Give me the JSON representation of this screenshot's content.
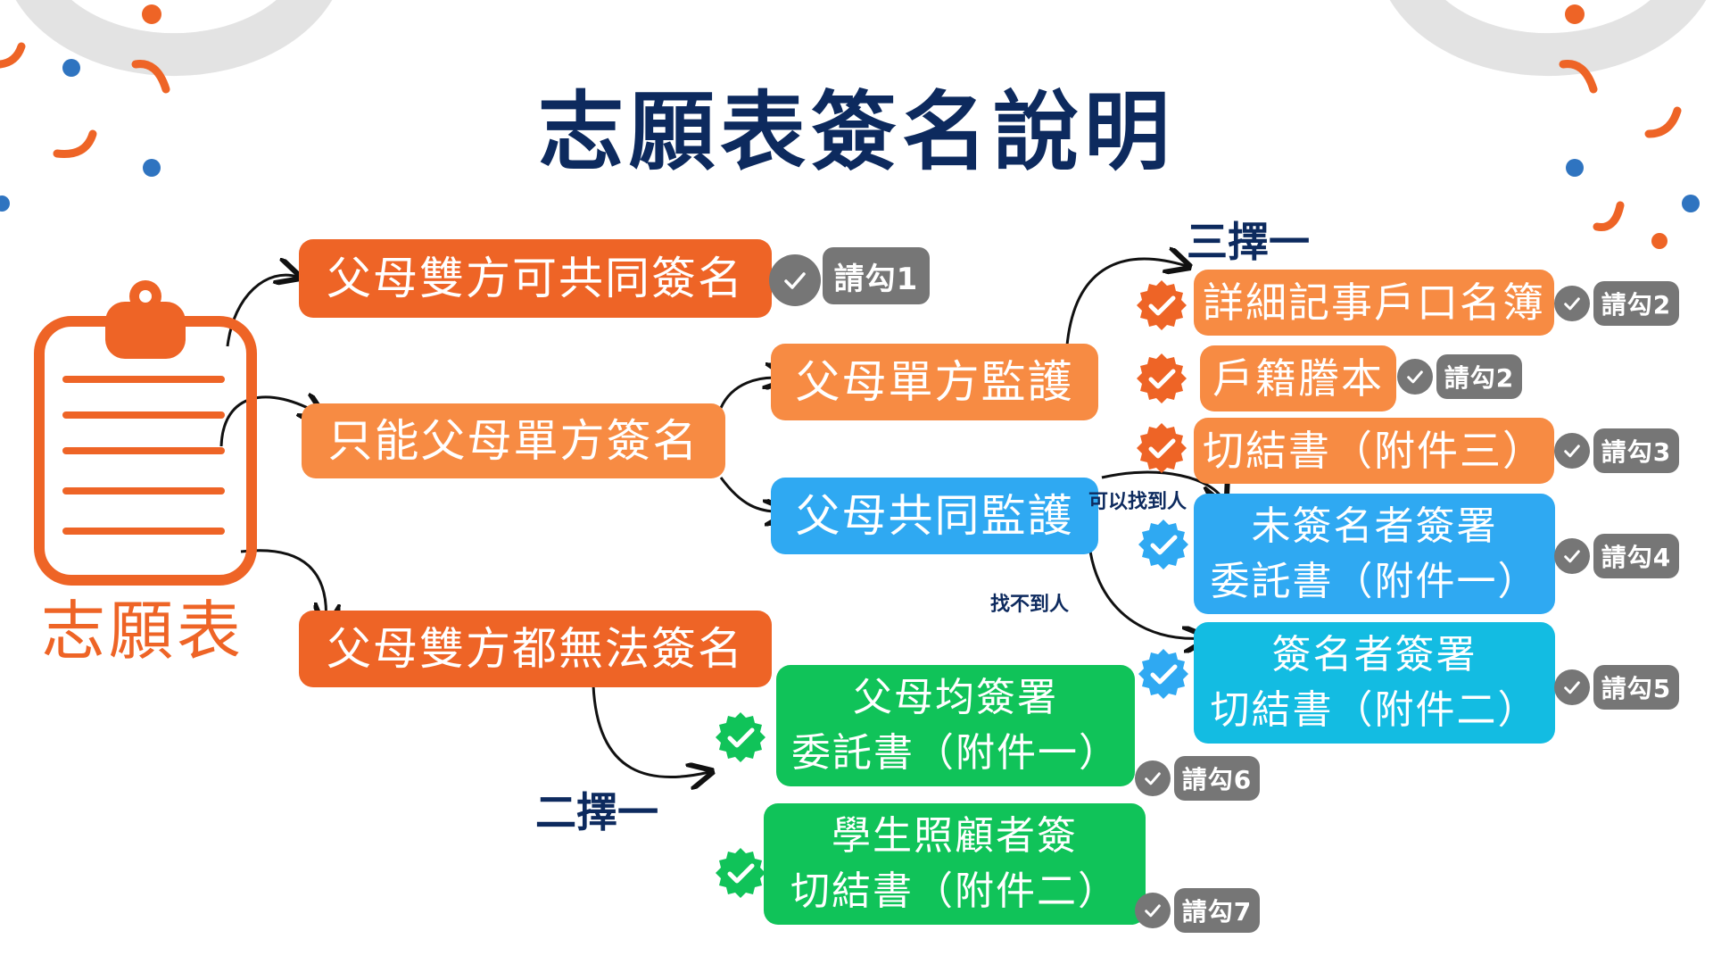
{
  "title": "志願表簽名說明",
  "side_label": "志願表",
  "boxes": {
    "both_parents": "父母雙方可共同簽名",
    "single_parent_only": "只能父母單方簽名",
    "neither_parent": "父母雙方都無法簽名",
    "single_custody": "父母單方監護",
    "joint_custody": "父母共同監護",
    "household_register_detail": "詳細記事戶口名簿",
    "household_transcript": "戶籍謄本",
    "affidavit_3": "切結書（附件三）",
    "unsigned_line1": "未簽名者簽署",
    "unsigned_line2": "委託書（附件一）",
    "signer_line1": "簽名者簽署",
    "signer_line2": "切結書（附件二）",
    "parents_line1": "父母均簽署",
    "parents_line2": "委託書（附件一）",
    "caregiver_line1": "學生照顧者簽",
    "caregiver_line2": "切結書（附件二）"
  },
  "labels": {
    "choose_one_of_three": "三擇一",
    "choose_one_of_two": "二擇一",
    "reachable": "可以找到人",
    "unreachable": "找不到人"
  },
  "pills": {
    "p1": "請勾1",
    "p2a": "請勾2",
    "p2b": "請勾2",
    "p3": "請勾3",
    "p4": "請勾4",
    "p5": "請勾5",
    "p6": "請勾6",
    "p7": "請勾7"
  },
  "colors": {
    "title": "#0d2a5e",
    "dark_orange": "#ee6426",
    "light_orange": "#f78b43",
    "blue": "#2fa9f2",
    "cyan": "#13bce2",
    "green": "#10c359",
    "pill_gray": "#767676"
  },
  "icons": [
    "clipboard-icon",
    "check-icon",
    "badge-check-icon"
  ]
}
